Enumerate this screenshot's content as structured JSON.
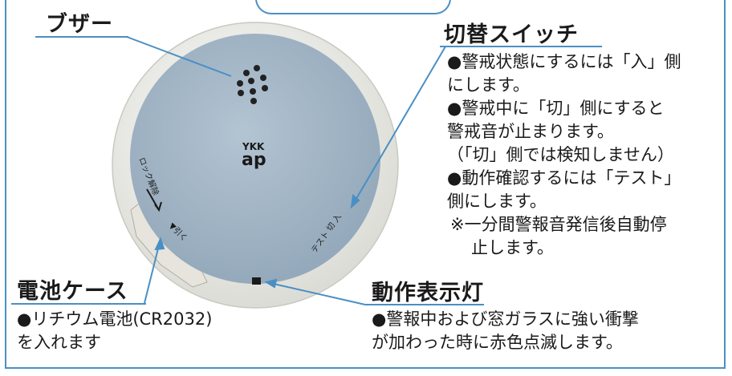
{
  "labels": {
    "buzzer": "ブザー",
    "switch": "切替スイッチ",
    "battery_case": "電池ケース",
    "indicator": "動作表示灯"
  },
  "switch_desc": [
    "●警戒状態にするには「入」側",
    "にします。",
    "●警戒中に「切」側にすると",
    "警戒音が止まります。",
    "（「切」側では検知しません）",
    "●動作確認するには「テスト」",
    "側にします。",
    "※一分間警報音発信後自動停",
    "止します。"
  ],
  "battery_desc": [
    "●リチウム電池(CR2032)",
    "を入れます"
  ],
  "indicator_desc": [
    "●警報中および窓ガラスに強い衝撃",
    "が加わった時に赤色点滅します。"
  ],
  "device": {
    "logo_top": "YKK",
    "logo_bottom": "ap",
    "lock_release": "ロック解除",
    "pull": "▼引く",
    "switch_positions": "テスト 切 入"
  },
  "colors": {
    "accent_blue": "#4a8fc4",
    "device_face": "#a7b9c8",
    "device_rim": "#f2f2ee"
  }
}
